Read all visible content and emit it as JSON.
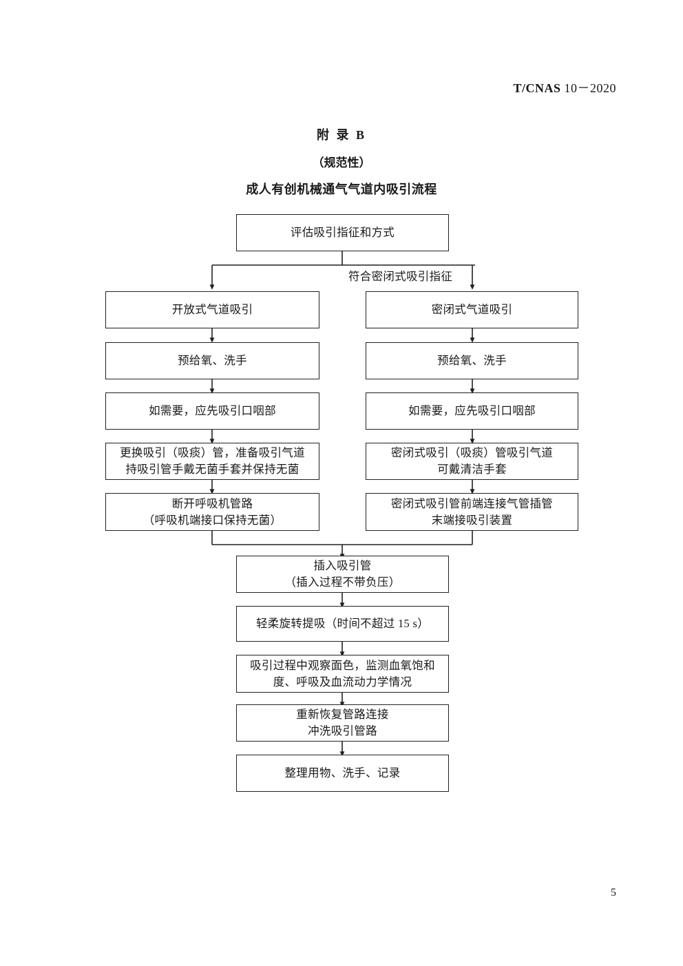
{
  "header": {
    "standard_code": "T/CNAS",
    "standard_number": "10－2020"
  },
  "title": {
    "annex": "附 录 B",
    "normative": "（规范性）",
    "main": "成人有创机械通气气道内吸引流程"
  },
  "flowchart": {
    "start": {
      "line1": "评估吸引指征和方式"
    },
    "branch_label": "符合密闭式吸引指征",
    "left_branch": {
      "step1": {
        "line1": "开放式气道吸引"
      },
      "step2": {
        "line1": "预给氧、洗手"
      },
      "step3": {
        "line1": "如需要，应先吸引口咽部"
      },
      "step4": {
        "line1": "更换吸引（吸痰）管，准备吸引气道",
        "line2": "持吸引管手戴无菌手套并保持无菌"
      },
      "step5": {
        "line1": "断开呼吸机管路",
        "line2": "（呼吸机端接口保持无菌）"
      }
    },
    "right_branch": {
      "step1": {
        "line1": "密闭式气道吸引"
      },
      "step2": {
        "line1": "预给氧、洗手"
      },
      "step3": {
        "line1": "如需要，应先吸引口咽部"
      },
      "step4": {
        "line1": "密闭式吸引（吸痰）管吸引气道",
        "line2": "可戴清洁手套"
      },
      "step5": {
        "line1": "密闭式吸引管前端连接气管插管",
        "line2": "末端接吸引装置"
      }
    },
    "merged": {
      "step1": {
        "line1": "插入吸引管",
        "line2": "（插入过程不带负压）"
      },
      "step2": {
        "line1": "轻柔旋转提吸（时间不超过 15 s）"
      },
      "step3": {
        "line1": "吸引过程中观察面色，监测血氧饱和",
        "line2": "度、呼吸及血流动力学情况"
      },
      "step4": {
        "line1": "重新恢复管路连接",
        "line2": "冲洗吸引管路"
      },
      "step5": {
        "line1": "整理用物、洗手、记录"
      }
    }
  },
  "footer": {
    "page_number": "5"
  }
}
